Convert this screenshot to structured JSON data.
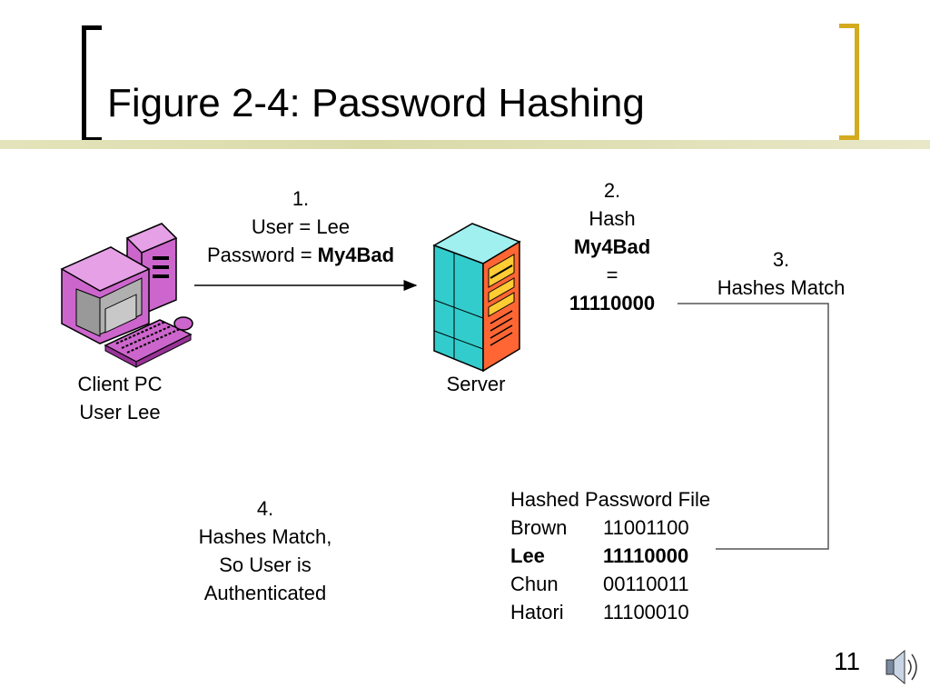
{
  "slide": {
    "title": "Figure 2-4: Password Hashing",
    "page_number": "11",
    "accent_color": "#D4AA1E",
    "bar_color": "#D9D9A8"
  },
  "client": {
    "label_line1": "Client PC",
    "label_line2": "User Lee",
    "icon": "desktop-computer-icon",
    "color": "#CC66CC"
  },
  "server": {
    "label": "Server",
    "icon": "server-tower-icon",
    "color": "#33CCCC"
  },
  "step1": {
    "number": "1.",
    "user_text": "User = Lee",
    "password_prefix": "Password = ",
    "password_value": "My4Bad"
  },
  "step2": {
    "number": "2.",
    "line1": "Hash",
    "line2": "My4Bad",
    "line3": "=",
    "line4": "11110000"
  },
  "step3": {
    "number": "3.",
    "text": "Hashes Match"
  },
  "step4": {
    "number": "4.",
    "line1": "Hashes Match,",
    "line2": "So User is",
    "line3": "Authenticated"
  },
  "password_file": {
    "header": "Hashed Password File",
    "rows": [
      {
        "name": "Brown",
        "hash": "11001100",
        "bold": false
      },
      {
        "name": "Lee",
        "hash": "11110000",
        "bold": true
      },
      {
        "name": "Chun",
        "hash": "00110011",
        "bold": false
      },
      {
        "name": "Hatori",
        "hash": "11100010",
        "bold": false
      }
    ]
  },
  "speaker": {
    "icon": "speaker-sound-icon"
  }
}
